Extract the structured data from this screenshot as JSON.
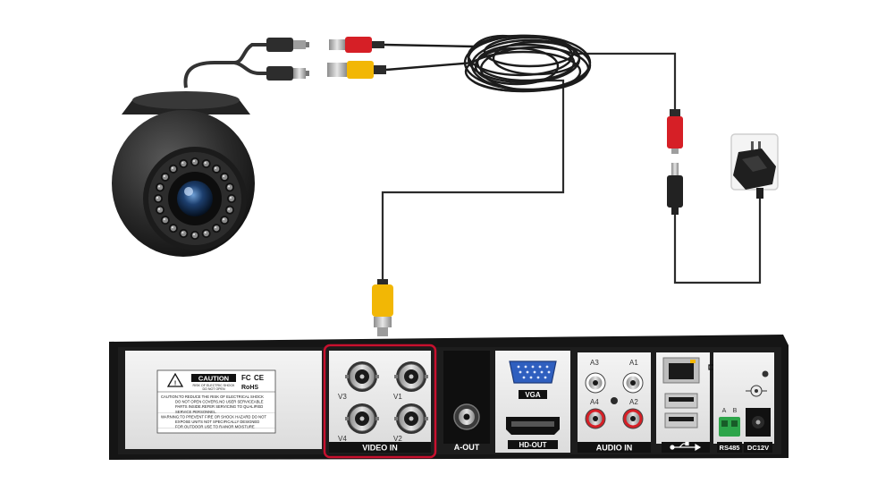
{
  "dvr": {
    "caution_title": "CAUTION",
    "caution_sub1": "RISK OF ELECTRIC SHOCK",
    "caution_sub2": "DO NOT OPEN",
    "fcc_mark": "FC",
    "ce_mark": "CE",
    "rohs_mark": "RoHS",
    "warning_lines": [
      "CAUTION:TO REDUCE THE RISK OF ELECTRICAL SHOCK",
      "DO NOT OPEN COVERS.NO USER SERVICEABLE",
      "PARTS INSIDE.REFER SERVICING TO QUALIFIED",
      "SERVICE PERSONNEL.",
      "WARNING:TO PREVENT FIRE OR SHOCK HAZARD DO NOT",
      "EXPOSE UNITS NOT SPECIFICALLY DESIGNED",
      "FOR OUTDOOR USE TO RAINOR MOISTURE"
    ],
    "video_channels": [
      "V3",
      "V1",
      "V4",
      "V2"
    ],
    "video_in_label": "VIDEO IN",
    "a_out_label": "A-OUT",
    "vga_label": "VGA",
    "hdout_label": "HD-OUT",
    "audio_channels": [
      "A3",
      "A1",
      "A4",
      "A2"
    ],
    "audio_in_label": "AUDIO IN",
    "rs485_label": "RS485",
    "rs485_pins": [
      "A",
      "B"
    ],
    "dc_label": "DC12V"
  },
  "colors": {
    "highlight": "#c8102e",
    "cable": "#2b2b2b",
    "dvr_body": "#1a1a1a",
    "panel": "#ededed",
    "bnc_yellow": "#f2b705",
    "dc_red": "#d61f26"
  }
}
